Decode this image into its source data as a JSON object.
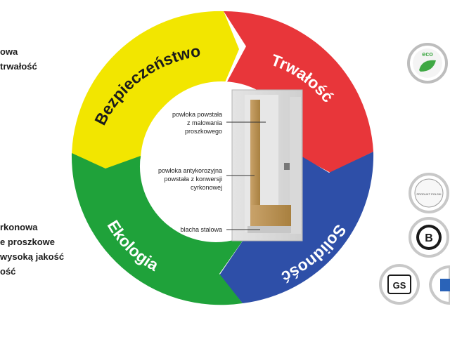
{
  "left_top_lines": [
    "owa",
    "trwałość"
  ],
  "left_bottom_lines": [
    "rkonowa",
    "e proszkowe",
    "wysoką jakość",
    "ość"
  ],
  "segments": {
    "yellow": {
      "label": "Bezpieczeństwo",
      "color": "#f2e600"
    },
    "red": {
      "label": "Trwałość",
      "color": "#e8363a"
    },
    "blue": {
      "label": "Solidność",
      "color": "#2e4fa8"
    },
    "green": {
      "label": "Ekologia",
      "color": "#1fa23a"
    }
  },
  "cabinet_labels": {
    "powder": [
      "powłoka powstała",
      "z malowania",
      "proszkowego"
    ],
    "anticorrosion": [
      "powłoka antykorozyjna",
      "powstała z konwersji",
      "cyrkonowej"
    ],
    "steel": [
      "blacha stalowa"
    ]
  },
  "badges": {
    "eco": "eco",
    "cert_text": "PRODUKT POLSKI",
    "b_mark": "B",
    "gs_mark": "GS"
  }
}
